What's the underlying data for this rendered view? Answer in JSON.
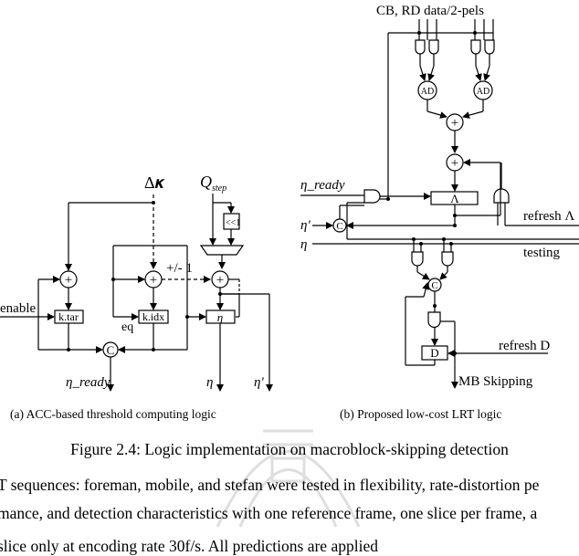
{
  "figure": {
    "left": {
      "top_labels": {
        "delta_kappa": "Δ𝜿",
        "q_main": "Q",
        "q_sub": "step"
      },
      "shift_label": "<<1",
      "plus_minus": "+/- 1",
      "enable": "enable",
      "eq": "eq",
      "reg_ktar": "k.tar",
      "reg_kidx": "k.idx",
      "reg_eta": "η",
      "compare": "C",
      "out_ready": "η_ready",
      "out_eta": "η",
      "out_eta_prime": "η'",
      "adder_sym": "+"
    },
    "right": {
      "top": "CB, RD data/2-pels",
      "ad": "AD",
      "adder_sym": "+",
      "lambda": "Λ",
      "eta_ready": "η_ready",
      "eta_prime": "η'",
      "eta": "η",
      "compare": "C",
      "refresh_lambda": "refresh Λ",
      "testing": "testing",
      "refresh_d": "refresh D",
      "d_reg": "D",
      "mb_skipping": "MB Skipping"
    }
  },
  "captions": {
    "a": "(a) ACC-based threshold computing logic",
    "b": "(b) Proposed low-cost LRT logic",
    "main": "Figure 2.4: Logic implementation on macroblock-skipping detection"
  },
  "body_text": {
    "line1": "T sequences: foreman, mobile, and stefan were tested in flexibility, rate-distortion pe",
    "line2": "mance, and detection characteristics with one reference frame, one slice per frame, a",
    "line3": "slice only at encoding rate 30f/s. All predictions are applied"
  }
}
